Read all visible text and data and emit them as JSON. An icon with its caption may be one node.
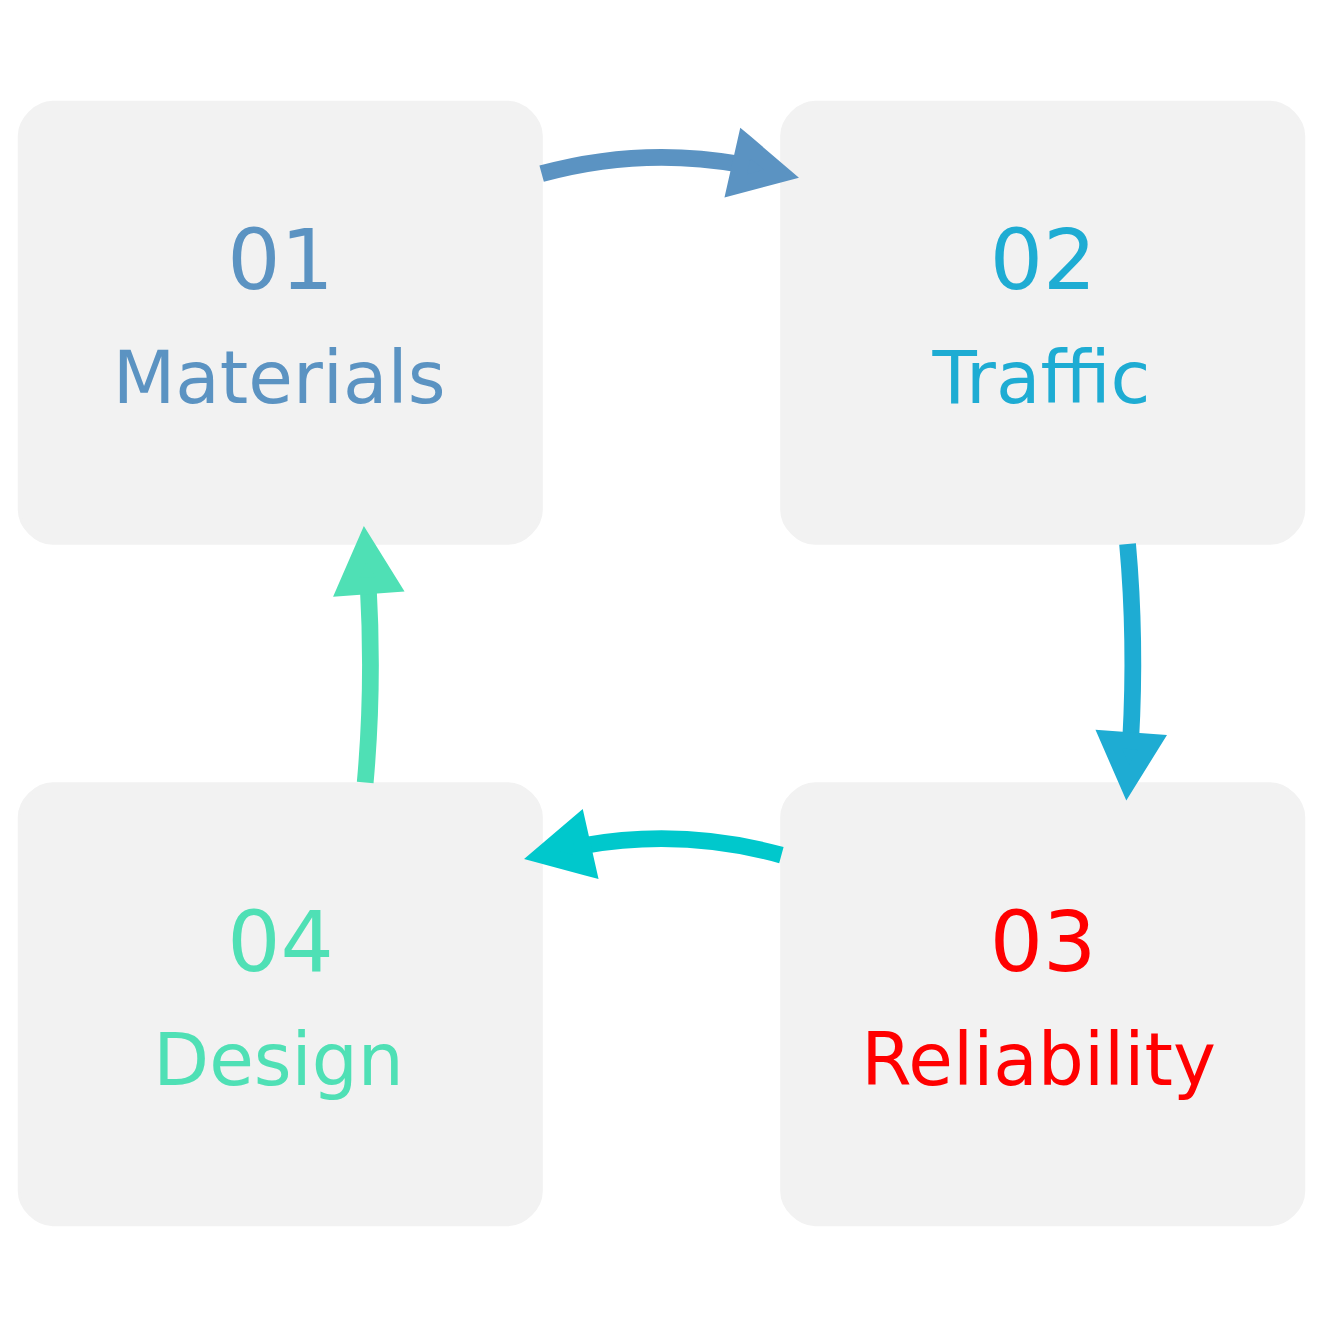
{
  "diagram": {
    "nodes": [
      {
        "text": [
          "01",
          "Materials"
        ]
      },
      {
        "text": [
          "02",
          "Traffic"
        ]
      },
      {
        "text": [
          "03",
          "Reliability"
        ]
      },
      {
        "text": [
          "04",
          "Design"
        ]
      }
    ],
    "edges": [
      {
        "from": 0,
        "to": 1,
        "arrow": "to",
        "color": "#5b93c2"
      },
      {
        "from": 1,
        "to": 2,
        "arrow": "to",
        "color": "#1eacd3"
      },
      {
        "from": 2,
        "to": 3,
        "arrow": "to",
        "color": "#00c8cc"
      },
      {
        "from": 3,
        "to": 0,
        "arrow": "to",
        "color": "#4fe0b5"
      }
    ]
  }
}
